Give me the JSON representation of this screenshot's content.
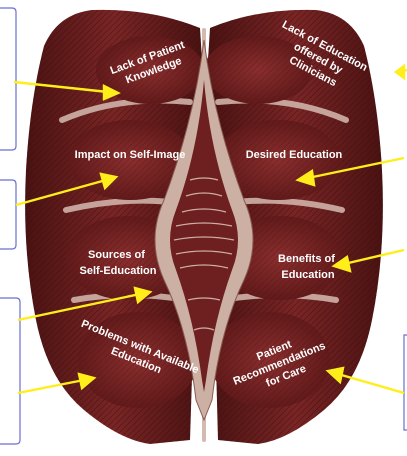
{
  "labels": {
    "lack_patient_knowledge": [
      "Lack of Patient",
      "Knowledge"
    ],
    "lack_education_clinicians": [
      "Lack of Education",
      "offered by",
      "Clinicians"
    ],
    "impact_self_image": [
      "Impact on Self-Image"
    ],
    "desired_education": [
      "Desired Education"
    ],
    "sources_self_education": [
      "Sources of",
      "Self-Education"
    ],
    "benefits_education": [
      "Benefits of",
      "Education"
    ],
    "problems_available_education": [
      "Problems with Available",
      "Education"
    ],
    "patient_recommendations": [
      "Patient",
      "Recommendations",
      "for Care"
    ]
  },
  "colors": {
    "muscle": "#6b1f1f",
    "muscle_dark": "#3f0d0d",
    "tendon": "#d9c0b8",
    "arrow": "#ffee1a",
    "panel_border": "#6a6fd0"
  }
}
